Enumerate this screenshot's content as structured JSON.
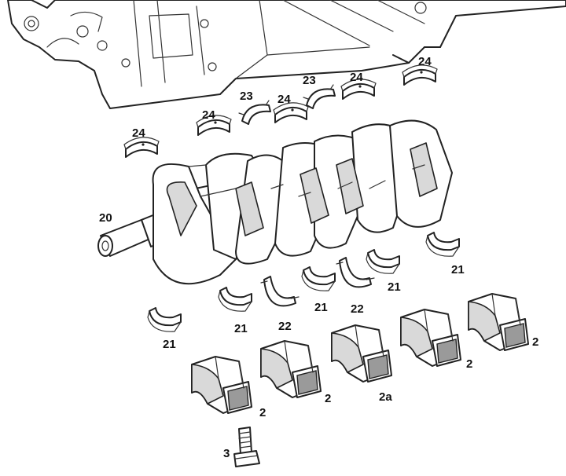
{
  "labels": {
    "crankshaft": "20",
    "upper_bearing_shell": "24",
    "upper_thrust_bearing": "23",
    "lower_bearing_shell": "21",
    "lower_thrust_bearing": "22",
    "bearing_cap": "2",
    "bearing_cap_alt": "2a",
    "cap_bolt": "3"
  },
  "colors": {
    "line": "#222222",
    "shade": "#d9d9d9",
    "background": "#ffffff"
  }
}
